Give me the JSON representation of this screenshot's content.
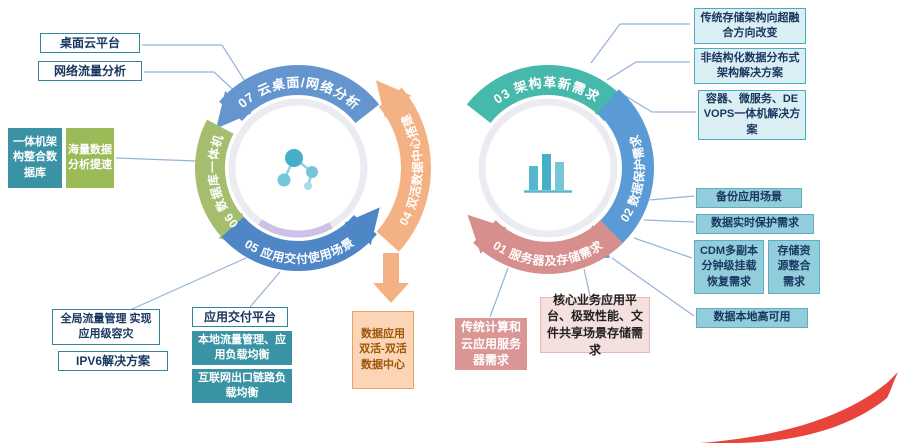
{
  "colors": {
    "background": "#FFFFFF",
    "connector": "#95B3D7",
    "swoosh": "#E8443C",
    "icon_teal": "#45AEC8"
  },
  "rings": {
    "left": {
      "s07": {
        "label": "07 云桌面/网络分析",
        "color": "#6495CE"
      },
      "s06": {
        "label": "06 数据库一体机",
        "color": "#A4BE6E"
      },
      "s05": {
        "label": "05 应用交付使用场景",
        "color": "#4F86C6"
      },
      "s04": {
        "label": "04 双活数据中心搭建",
        "color": "#F4B183"
      }
    },
    "right": {
      "s03": {
        "label": "03 架构革新需求",
        "color": "#47B8AC"
      },
      "s02": {
        "label": "02 数据保护需求",
        "color": "#5B9BD5"
      },
      "s01": {
        "label": "01 服务器及存储需求",
        "color": "#D68F8C"
      }
    }
  },
  "boxes": {
    "desktop_cloud": "桌面云平台",
    "network_traffic": "网络流量分析",
    "appliance_db": "一体机架构整合数据库",
    "mass_data": "海量数据分析提速",
    "gtm": "全局流量管理 实现应用级容灾",
    "ipv6": "IPV6解决方案",
    "adc": "应用交付平台",
    "local_lb": "本地流量管理、应用负载均衡",
    "link_lb": "互联网出口链路负载均衡",
    "active_active": "数据应用双活-双活数据中心",
    "server_demand": "传统计算和云应用服务器需求",
    "core_storage": "核心业务应用平台、极致性能、文件共享场景存储需求",
    "hci": "传统存储架构向超融合方向改变",
    "distributed": "非结构化数据分布式架构解决方案",
    "devops": "容器、微服务、DEVOPS一体机解决方案",
    "backup": "备份应用场景",
    "realtime_protect": "数据实时保护需求",
    "cdm": "CDM多副本分钟级挂载恢复需求",
    "storage_consolidation": "存储资源整合需求",
    "local_ha": "数据本地高可用"
  }
}
